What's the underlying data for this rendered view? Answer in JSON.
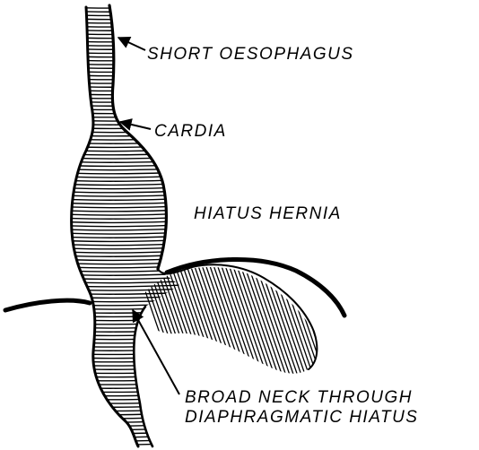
{
  "labels": {
    "short_oesophagus": "SHORT OESOPHAGUS",
    "cardia": "CARDIA",
    "hiatus_hernia": "HIATUS HERNIA",
    "broad_neck_line1": "BROAD NECK THROUGH",
    "broad_neck_line2": "DIAPHRAGMATIC HIATUS"
  },
  "colors": {
    "ink": "#000000",
    "paper": "#ffffff"
  }
}
